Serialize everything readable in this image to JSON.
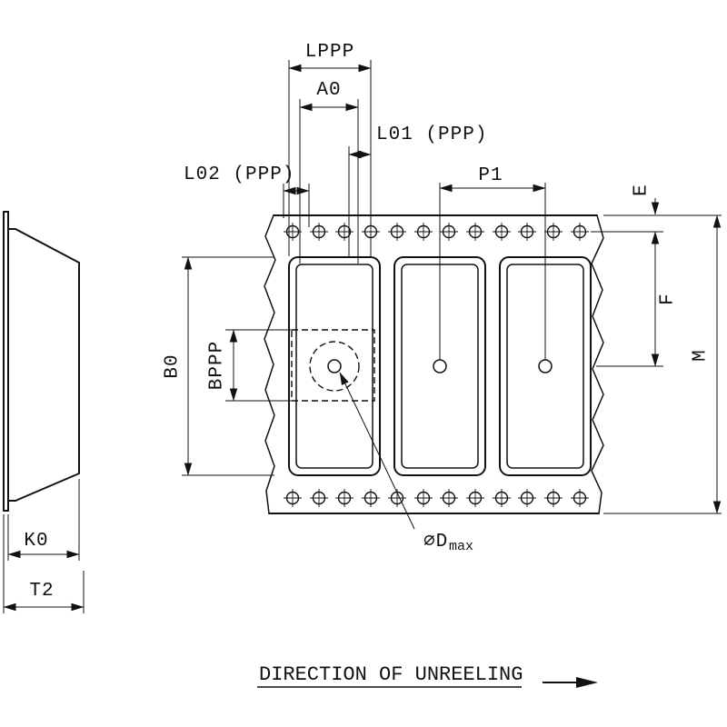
{
  "drawing": {
    "labels": {
      "lppp": "LPPP",
      "a0": "A0",
      "l01": "L01 (PPP)",
      "l02": "L02 (PPP)",
      "p1": "P1",
      "e": "E",
      "f": "F",
      "m": "M",
      "b0": "B0",
      "bppp": "BPPP",
      "k0": "K0",
      "t2": "T2",
      "dmax_prefix": "∅D",
      "dmax_subscript": "max"
    },
    "footer": {
      "direction_text": "DIRECTION OF UNREELING"
    },
    "colors": {
      "line": "#111111",
      "background": "#ffffff"
    }
  }
}
